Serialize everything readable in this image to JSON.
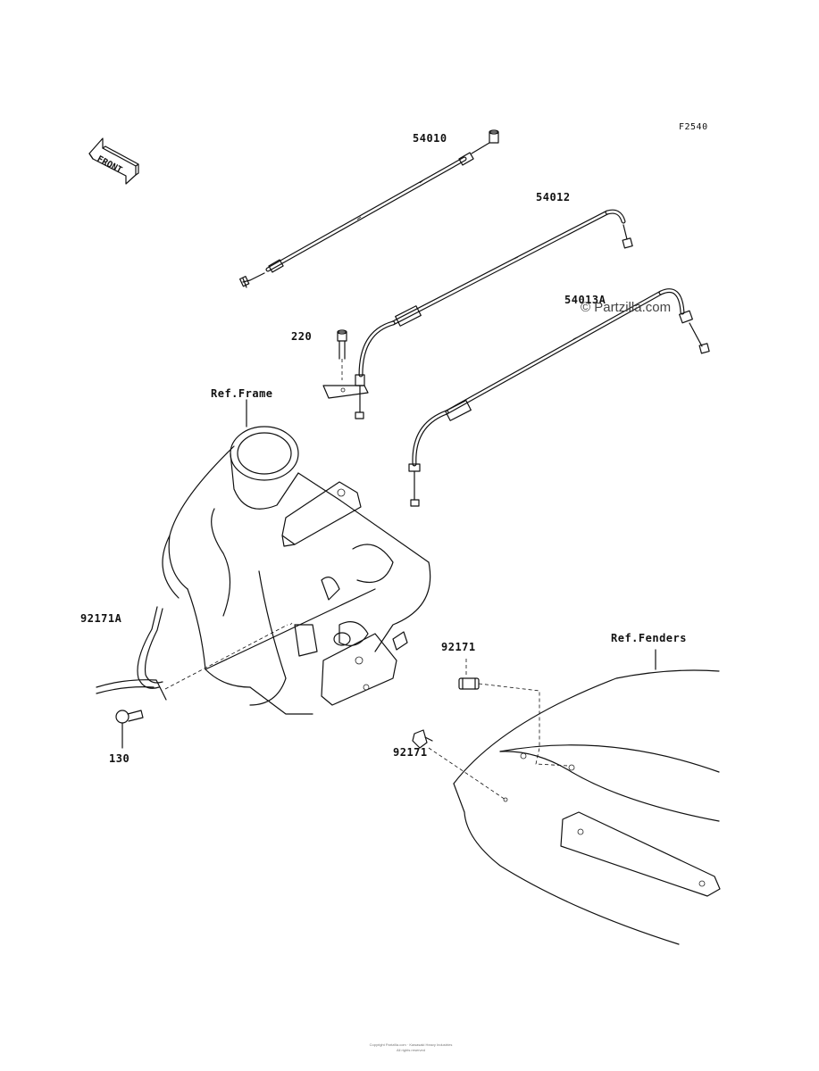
{
  "figure_code": "F2540",
  "front_arrow": {
    "text": "FRONT"
  },
  "watermark": "© Partzilla.com",
  "labels": {
    "p54010": "54010",
    "p54012": "54012",
    "p54013A": "54013A",
    "p220": "220",
    "ref_frame": "Ref.Frame",
    "p92171A": "92171A",
    "p130": "130",
    "p92171_top": "92171",
    "p92171_bottom": "92171",
    "ref_fenders": "Ref.Fenders"
  },
  "footer": {
    "line1": "Copyright Partzilla.com · Kawasaki Heavy Industries",
    "line2": "All rights reserved"
  },
  "colors": {
    "ink": "#111111",
    "background": "#ffffff"
  }
}
